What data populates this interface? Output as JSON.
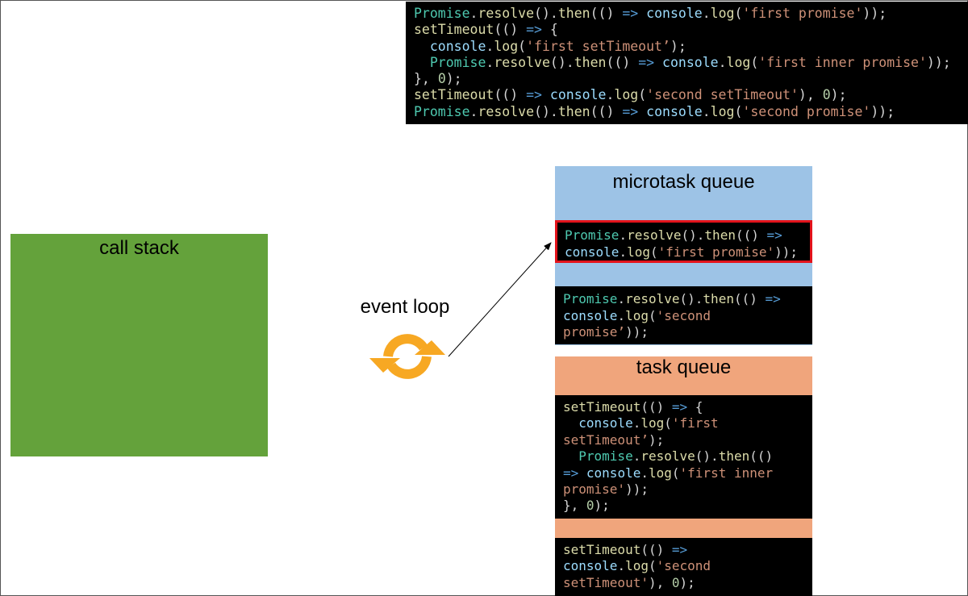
{
  "top_code": {
    "lines": [
      [
        [
          "Promise",
          "cls"
        ],
        [
          ".",
          "p"
        ],
        [
          "resolve",
          "fn"
        ],
        [
          "().",
          "p"
        ],
        [
          "then",
          "fn"
        ],
        [
          "(() ",
          "p"
        ],
        [
          "=>",
          "kw"
        ],
        [
          " ",
          "p"
        ],
        [
          "console",
          "id"
        ],
        [
          ".",
          "p"
        ],
        [
          "log",
          "fn"
        ],
        [
          "(",
          "p"
        ],
        [
          "'first promise'",
          "str"
        ],
        [
          "));",
          "p"
        ]
      ],
      [
        [
          "setTimeout",
          "fn"
        ],
        [
          "(() ",
          "p"
        ],
        [
          "=>",
          "kw"
        ],
        [
          " {",
          "p"
        ]
      ],
      [
        [
          "  ",
          "p"
        ],
        [
          "console",
          "id"
        ],
        [
          ".",
          "p"
        ],
        [
          "log",
          "fn"
        ],
        [
          "(",
          "p"
        ],
        [
          "'first setTimeout’",
          "str"
        ],
        [
          ");",
          "p"
        ]
      ],
      [
        [
          "  ",
          "p"
        ],
        [
          "Promise",
          "cls"
        ],
        [
          ".",
          "p"
        ],
        [
          "resolve",
          "fn"
        ],
        [
          "().",
          "p"
        ],
        [
          "then",
          "fn"
        ],
        [
          "(() ",
          "p"
        ],
        [
          "=>",
          "kw"
        ],
        [
          " ",
          "p"
        ],
        [
          "console",
          "id"
        ],
        [
          ".",
          "p"
        ],
        [
          "log",
          "fn"
        ],
        [
          "(",
          "p"
        ],
        [
          "'first inner promise'",
          "str"
        ],
        [
          "));",
          "p"
        ]
      ],
      [
        [
          "}, ",
          "p"
        ],
        [
          "0",
          "num"
        ],
        [
          ");",
          "p"
        ]
      ],
      [
        [
          "setTimeout",
          "fn"
        ],
        [
          "(() ",
          "p"
        ],
        [
          "=>",
          "kw"
        ],
        [
          " ",
          "p"
        ],
        [
          "console",
          "id"
        ],
        [
          ".",
          "p"
        ],
        [
          "log",
          "fn"
        ],
        [
          "(",
          "p"
        ],
        [
          "'second setTimeout'",
          "str"
        ],
        [
          "), ",
          "p"
        ],
        [
          "0",
          "num"
        ],
        [
          ");",
          "p"
        ]
      ],
      [
        [
          "Promise",
          "cls"
        ],
        [
          ".",
          "p"
        ],
        [
          "resolve",
          "fn"
        ],
        [
          "().",
          "p"
        ],
        [
          "then",
          "fn"
        ],
        [
          "(() ",
          "p"
        ],
        [
          "=>",
          "kw"
        ],
        [
          " ",
          "p"
        ],
        [
          "console",
          "id"
        ],
        [
          ".",
          "p"
        ],
        [
          "log",
          "fn"
        ],
        [
          "(",
          "p"
        ],
        [
          "'second promise'",
          "str"
        ],
        [
          "));",
          "p"
        ]
      ]
    ]
  },
  "call_stack": {
    "label": "call stack"
  },
  "event_loop": {
    "label": "event loop",
    "icon": "refresh-arrows-icon",
    "icon_color": "#f7a823"
  },
  "microtask_queue": {
    "label": "microtask queue",
    "items": [
      {
        "highlighted": true,
        "lines": [
          [
            [
              "Promise",
              "cls"
            ],
            [
              ".",
              "p"
            ],
            [
              "resolve",
              "fn"
            ],
            [
              "().",
              "p"
            ],
            [
              "then",
              "fn"
            ],
            [
              "(() ",
              "p"
            ],
            [
              "=>",
              "kw"
            ]
          ],
          [
            [
              "console",
              "id"
            ],
            [
              ".",
              "p"
            ],
            [
              "log",
              "fn"
            ],
            [
              "(",
              "p"
            ],
            [
              "'first promise'",
              "str"
            ],
            [
              "));",
              "p"
            ]
          ]
        ]
      },
      {
        "highlighted": false,
        "lines": [
          [
            [
              "Promise",
              "cls"
            ],
            [
              ".",
              "p"
            ],
            [
              "resolve",
              "fn"
            ],
            [
              "().",
              "p"
            ],
            [
              "then",
              "fn"
            ],
            [
              "(() ",
              "p"
            ],
            [
              "=>",
              "kw"
            ]
          ],
          [
            [
              "console",
              "id"
            ],
            [
              ".",
              "p"
            ],
            [
              "log",
              "fn"
            ],
            [
              "(",
              "p"
            ],
            [
              "'second",
              "str"
            ]
          ],
          [
            [
              "promise’",
              "str"
            ],
            [
              "));",
              "p"
            ]
          ]
        ]
      }
    ]
  },
  "task_queue": {
    "label": "task queue",
    "items": [
      {
        "lines": [
          [
            [
              "setTimeout",
              "fn"
            ],
            [
              "(() ",
              "p"
            ],
            [
              "=>",
              "kw"
            ],
            [
              " {",
              "p"
            ]
          ],
          [
            [
              "  ",
              "p"
            ],
            [
              "console",
              "id"
            ],
            [
              ".",
              "p"
            ],
            [
              "log",
              "fn"
            ],
            [
              "(",
              "p"
            ],
            [
              "'first",
              "str"
            ]
          ],
          [
            [
              "setTimeout’",
              "str"
            ],
            [
              ");",
              "p"
            ]
          ],
          [
            [
              "  ",
              "p"
            ],
            [
              "Promise",
              "cls"
            ],
            [
              ".",
              "p"
            ],
            [
              "resolve",
              "fn"
            ],
            [
              "().",
              "p"
            ],
            [
              "then",
              "fn"
            ],
            [
              "(()",
              "p"
            ]
          ],
          [
            [
              "=>",
              "kw"
            ],
            [
              " ",
              "p"
            ],
            [
              "console",
              "id"
            ],
            [
              ".",
              "p"
            ],
            [
              "log",
              "fn"
            ],
            [
              "(",
              "p"
            ],
            [
              "'first inner",
              "str"
            ]
          ],
          [
            [
              "promise'",
              "str"
            ],
            [
              "));",
              "p"
            ]
          ],
          [
            [
              "}, ",
              "p"
            ],
            [
              "0",
              "num"
            ],
            [
              ");",
              "p"
            ]
          ]
        ]
      },
      {
        "lines": [
          [
            [
              "setTimeout",
              "fn"
            ],
            [
              "(() ",
              "p"
            ],
            [
              "=>",
              "kw"
            ]
          ],
          [
            [
              "console",
              "id"
            ],
            [
              ".",
              "p"
            ],
            [
              "log",
              "fn"
            ],
            [
              "(",
              "p"
            ],
            [
              "'second",
              "str"
            ]
          ],
          [
            [
              "setTimeout'",
              "str"
            ],
            [
              "), ",
              "p"
            ],
            [
              "0",
              "num"
            ],
            [
              ");",
              "p"
            ]
          ]
        ]
      }
    ]
  },
  "colors": {
    "call_stack": "#64a23b",
    "microtask_queue": "#9dc3e6",
    "task_queue": "#f0a57c",
    "highlight_border": "#e3131b",
    "code_background": "#000000"
  }
}
